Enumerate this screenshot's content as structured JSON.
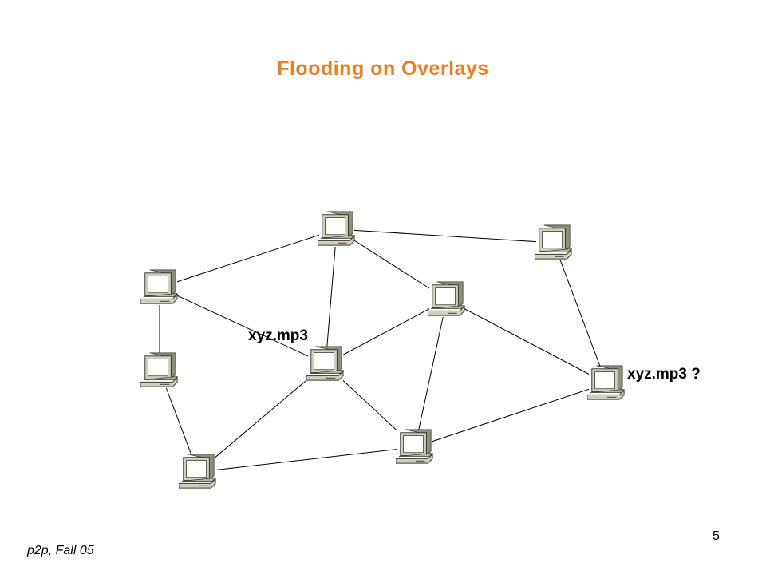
{
  "slide": {
    "title": "Flooding on Overlays",
    "title_color": "#F07C1E",
    "footer": "p2p, Fall 05",
    "page_number": "5"
  },
  "diagram": {
    "icon": "desktop-computer-icon",
    "labels": {
      "source_file": "xyz.mp3",
      "query": "xyz.mp3 ?"
    },
    "nodes": [
      {
        "id": "n-top-center"
      },
      {
        "id": "n-top-right"
      },
      {
        "id": "n-left-upper"
      },
      {
        "id": "n-center-right"
      },
      {
        "id": "n-left-lower"
      },
      {
        "id": "n-center"
      },
      {
        "id": "n-right"
      },
      {
        "id": "n-bottom-center"
      },
      {
        "id": "n-bottom-left"
      }
    ],
    "edges": [
      [
        "n-top-center",
        "n-top-right"
      ],
      [
        "n-top-center",
        "n-left-upper"
      ],
      [
        "n-top-center",
        "n-center"
      ],
      [
        "n-top-center",
        "n-center-right"
      ],
      [
        "n-top-right",
        "n-right"
      ],
      [
        "n-left-upper",
        "n-left-lower"
      ],
      [
        "n-left-upper",
        "n-center"
      ],
      [
        "n-center-right",
        "n-center"
      ],
      [
        "n-center-right",
        "n-right"
      ],
      [
        "n-center-right",
        "n-bottom-center"
      ],
      [
        "n-center",
        "n-bottom-center"
      ],
      [
        "n-center",
        "n-bottom-left"
      ],
      [
        "n-left-lower",
        "n-bottom-left"
      ],
      [
        "n-bottom-left",
        "n-bottom-center"
      ],
      [
        "n-bottom-center",
        "n-right"
      ]
    ]
  }
}
